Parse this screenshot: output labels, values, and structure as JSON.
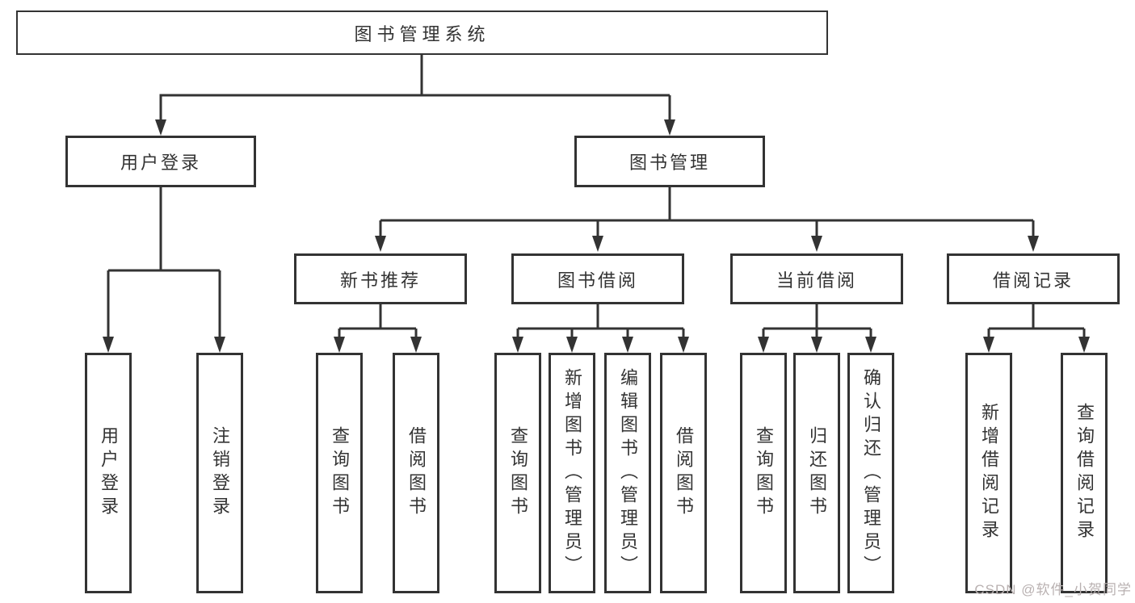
{
  "tree": {
    "root": {
      "label": "图书管理系统"
    },
    "branches": [
      {
        "label": "用户登录",
        "children": [
          {
            "label": "用户登录"
          },
          {
            "label": "注销登录"
          }
        ]
      },
      {
        "label": "图书管理",
        "children": [
          {
            "label": "新书推荐",
            "children": [
              {
                "label": "查询图书"
              },
              {
                "label": "借阅图书"
              }
            ]
          },
          {
            "label": "图书借阅",
            "children": [
              {
                "label": "查询图书"
              },
              {
                "label": "新增图书（管理员）"
              },
              {
                "label": "编辑图书（管理员）"
              },
              {
                "label": "借阅图书"
              }
            ]
          },
          {
            "label": "当前借阅",
            "children": [
              {
                "label": "查询图书"
              },
              {
                "label": "归还图书"
              },
              {
                "label": "确认归还（管理员）"
              }
            ]
          },
          {
            "label": "借阅记录",
            "children": [
              {
                "label": "新增借阅记录"
              },
              {
                "label": "查询借阅记录"
              }
            ]
          }
        ]
      }
    ]
  },
  "watermark": {
    "text": "CSDN @软件_小贺同学",
    "color": "#b9b1b1"
  },
  "colors": {
    "line": "#333333",
    "box_border": "#333333",
    "text": "#333333",
    "background": "#ffffff"
  }
}
